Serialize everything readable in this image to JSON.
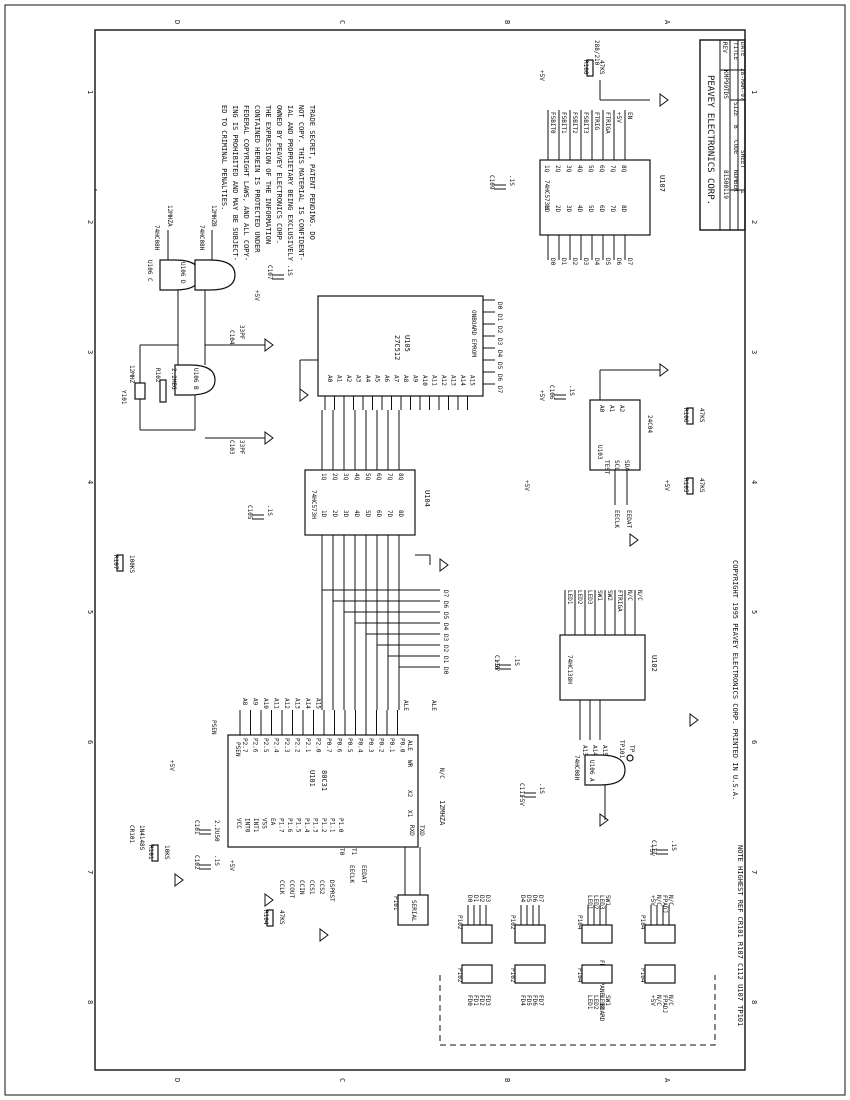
{
  "border": {
    "zones_top": [
      "D",
      "C",
      "B",
      "A"
    ],
    "zones_side": [
      "1",
      "2",
      "3",
      "4",
      "5",
      "6",
      "7",
      "8"
    ]
  },
  "title_block": {
    "company": "PEAVEY ELECTRONICS CORP.",
    "title_label": "TITLE",
    "title_value": "KMP99TDS",
    "size_label": "SIZE",
    "size_value": "B",
    "code_label": "CODE",
    "number_label": "NUMBER",
    "number_value": "81500119",
    "rev_label": "REV",
    "date_label": "DATE",
    "date_value": "28-MAR-97",
    "sheet_label": "SHEET",
    "sheet_value": "1"
  },
  "notice": [
    "TRADE SECRET, PATENT PENDING. DO",
    "NOT COPY. THIS MATERIAL IS CONFIDENT-",
    "IAL AND PROPRIETARY BEING EXCLUSIVELY",
    "OWNED BY PEAVEY ELECTRONICS CORP.",
    "THE EXPRESSION OF THE INFORMATION",
    "CONTAINED HEREIN IS PROTECTED UNDER",
    "FEDERAL COPYRIGHT LAWS, AND ALL COPY-",
    "ING IS PROHIBITED AND MAY BE SUBJECT-",
    "ED TO CRIMINAL PENALTIES."
  ],
  "copyright": "COPYRIGHT 1995 PEAVEY ELECTRONICS CORP. PRINTED IN U.S.A.",
  "note": "NOTE HIGHEST REF CR101 R107 C112 U107 TP101",
  "front_panel": "FRONT PANEL BOARD",
  "parts": {
    "u101": {
      "ref": "U101",
      "type": "80C31"
    },
    "u105": {
      "ref": "U105",
      "type": "27C512",
      "alt": "ONBOARD EPROM"
    },
    "u104": {
      "ref": "U104",
      "type": "74HC573H"
    },
    "u107": {
      "ref": "U107",
      "type": "74HC573H"
    },
    "u103": {
      "ref": "U103",
      "type": "24C04"
    },
    "u102": {
      "ref": "U102",
      "type": "74HC138H"
    },
    "u106a": {
      "ref": "U106 A",
      "type": "74HC08H"
    },
    "u106b": {
      "ref": "U106 B",
      "type": "74HC08H"
    },
    "u106c": {
      "ref": "U106 C",
      "type": "74HC08H"
    },
    "u106d": {
      "ref": "U106 D",
      "type": "74HC08H"
    }
  },
  "clock": {
    "crystal": "Y101",
    "crystal_val": "12MHZ",
    "r102": "R102",
    "r102_val": "2.2MEG",
    "c103": "C103",
    "c103_val": "33PF",
    "c104": "C104",
    "c104_val": "33PF",
    "out1": "12MHZA",
    "out2": "12MHZB",
    "cpu_clock": "12MHZA"
  },
  "caps": [
    {
      "ref": "C107",
      "val": ".1S"
    },
    {
      "ref": "C105",
      "val": ".1S"
    },
    {
      "ref": "C109",
      "val": ".1S"
    },
    {
      "ref": "C106",
      "val": ".1S"
    },
    {
      "ref": "C110",
      "val": ".1S"
    },
    {
      "ref": "C111",
      "val": ".1S"
    },
    {
      "ref": "C112",
      "val": ".1S"
    },
    {
      "ref": "C101",
      "val": "2.2U50"
    },
    {
      "ref": "C102",
      "val": ".1S"
    }
  ],
  "resistors": [
    {
      "ref": "R107",
      "val": "100KS"
    },
    {
      "ref": "R106",
      "val": "47KS"
    },
    {
      "ref": "R104",
      "val": "47KS"
    },
    {
      "ref": "R105",
      "val": "47KS"
    },
    {
      "ref": "R100",
      "val": "47KS"
    },
    {
      "ref": "R101",
      "val": "10KS"
    },
    {
      "ref": "R103",
      "val": "47KS"
    }
  ],
  "misc": {
    "diode": "CR101",
    "diode_val": "1N4148S",
    "tp": "TP101",
    "tp_label": "TP",
    "plus5": "+5V",
    "nc": "N/C",
    "pse": "PSEN",
    "ale": "ALE",
    "eeclk": "EECLK",
    "eedat": "EEDAT",
    "net_288": "288/210"
  },
  "cpu_left": [
    "PSEN",
    "RST",
    "VCC",
    "INT0",
    "INT1",
    "VSS",
    "EA",
    "P1.7",
    "P1.6",
    "P1.5",
    "P1.4",
    "P1.3",
    "P1.2",
    "P1.1",
    "P1.0",
    "T0",
    "T1",
    "RXD",
    "TXD"
  ],
  "cpu_right": [
    "P2.7",
    "P2.6",
    "P2.5",
    "P2.4",
    "P2.3",
    "P2.2",
    "P2.1",
    "P2.0",
    "P0.7",
    "P0.6",
    "P0.5",
    "P0.4",
    "P0.3",
    "P0.2",
    "P0.1",
    "P0.0",
    "ALE",
    "WR",
    "RD",
    "X1",
    "X2"
  ],
  "addr_high": [
    "A8",
    "A9",
    "A10",
    "A11",
    "A12",
    "A13",
    "A14",
    "A15"
  ],
  "addr_low": [
    "A0",
    "A1",
    "A2",
    "A3",
    "A4",
    "A5",
    "A6",
    "A7"
  ],
  "data_bus": [
    "D0",
    "D1",
    "D2",
    "D3",
    "D4",
    "D5",
    "D6",
    "D7"
  ],
  "latch_pins_d": [
    "1D",
    "2D",
    "3D",
    "4D",
    "5D",
    "6D",
    "7D",
    "8D"
  ],
  "latch_pins_q": [
    "1Q",
    "2Q",
    "3Q",
    "4Q",
    "5Q",
    "6Q",
    "7Q",
    "8Q"
  ],
  "u107_out": [
    "FSBIT0",
    "FSBIT1",
    "FSBIT2",
    "FSBIT3",
    "FTRIG",
    "FTRIGA",
    "+5V",
    "EN"
  ],
  "u102_out": [
    "LED1",
    "LED2",
    "LED3",
    "SW1",
    "SW2",
    "FTRIGA",
    "N/C",
    "N/C"
  ],
  "u103_pins": [
    "TEST",
    "SCL",
    "SDA",
    "A0",
    "A1",
    "A2"
  ],
  "connectors": [
    {
      "ref": "P102",
      "pins": [
        "FD0",
        "FD1",
        "FD2",
        "FD3"
      ]
    },
    {
      "ref": "P102",
      "pins": [
        "FD4",
        "FD5",
        "FD6",
        "FD7"
      ]
    },
    {
      "ref": "P104",
      "pins": [
        "LED1",
        "LED2",
        "LED3",
        "SW1"
      ]
    },
    {
      "ref": "P104",
      "pins": [
        "+5V",
        "N/C",
        "FPADJ",
        "N/C"
      ]
    }
  ],
  "connectors_b": [
    {
      "ref": "P102",
      "pins": [
        "D0",
        "D1",
        "D2",
        "D3"
      ]
    },
    {
      "ref": "P102",
      "pins": [
        "D4",
        "D5",
        "D6",
        "D7"
      ]
    },
    {
      "ref": "P104",
      "pins": [
        "LED1",
        "LED2",
        "LED3",
        "SW1"
      ]
    },
    {
      "ref": "P104",
      "pins": [
        "+5V",
        "N/C",
        "FPADJ",
        "N/C"
      ]
    }
  ],
  "p101": {
    "ref": "P101",
    "label": "SERIAL"
  },
  "misc_nets": [
    "CCLK",
    "CCOUT",
    "CCIN",
    "CCS1",
    "CCS2",
    "DSPRST"
  ]
}
